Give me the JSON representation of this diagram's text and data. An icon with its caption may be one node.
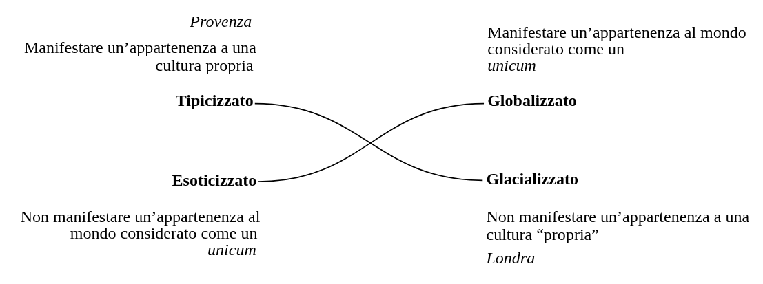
{
  "diagram": {
    "nodes": [
      {
        "text": [
          "Tipicizzato"
        ],
        "beside": [
          "Provenza",
          "Manifestare un’appartenenza a una cultura propria"
        ]
      },
      {
        "text": [
          "Globalizzato"
        ],
        "beside": [
          "Manifestare un’appartenenza al mondo considerato come un *unicum*"
        ]
      },
      {
        "text": [
          "Esoticizzato"
        ],
        "beside": [
          "Non manifestare un’appartenenza al mondo considerato come un *unicum*"
        ]
      },
      {
        "text": [
          "Glacializzato"
        ],
        "beside": [
          "Non manifestare un’appartenenza a una cultura “propria”",
          "Londra"
        ]
      }
    ],
    "edges": [
      {
        "from": 0,
        "to": 3,
        "arrow": "none"
      },
      {
        "from": 2,
        "to": 1,
        "arrow": "none"
      }
    ]
  }
}
